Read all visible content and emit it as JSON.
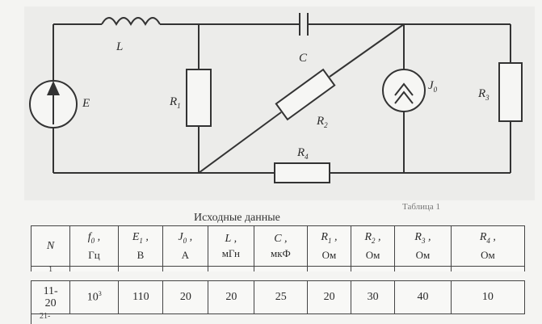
{
  "circuit": {
    "labels": {
      "L": "L",
      "C": "C",
      "E": "E",
      "R1": "R",
      "R1_sub": "1",
      "R2": "R",
      "R2_sub": "2",
      "R3": "R",
      "R3_sub": "3",
      "R4": "R",
      "R4_sub": "4",
      "J0": "J",
      "J0_sub": "0"
    }
  },
  "table": {
    "caption": "Исходные данные",
    "corner_text": "Таблица 1",
    "headers": [
      {
        "sym": "N",
        "sub": "",
        "unit": ""
      },
      {
        "sym": "f",
        "sub": "0",
        "unit": "Гц"
      },
      {
        "sym": "E",
        "sub": "1",
        "unit": "В"
      },
      {
        "sym": "J",
        "sub": "0",
        "unit": "А"
      },
      {
        "sym": "L",
        "sub": "",
        "unit": "мГн"
      },
      {
        "sym": "C",
        "sub": "",
        "unit": "мкФ"
      },
      {
        "sym": "R",
        "sub": "1",
        "unit": "Ом"
      },
      {
        "sym": "R",
        "sub": "2",
        "unit": "Ом"
      },
      {
        "sym": "R",
        "sub": "3",
        "unit": "Ом"
      },
      {
        "sym": "R",
        "sub": "4",
        "unit": "Ом"
      }
    ],
    "stub_row": "1",
    "row": {
      "N_line1": "11-",
      "N_line2": "20",
      "f0_base": "10",
      "f0_exp": "3",
      "E1": "110",
      "J0": "20",
      "L": "20",
      "C": "25",
      "R1": "20",
      "R2": "30",
      "R3": "40",
      "R4": "10"
    },
    "next_row_stub": "21-"
  }
}
